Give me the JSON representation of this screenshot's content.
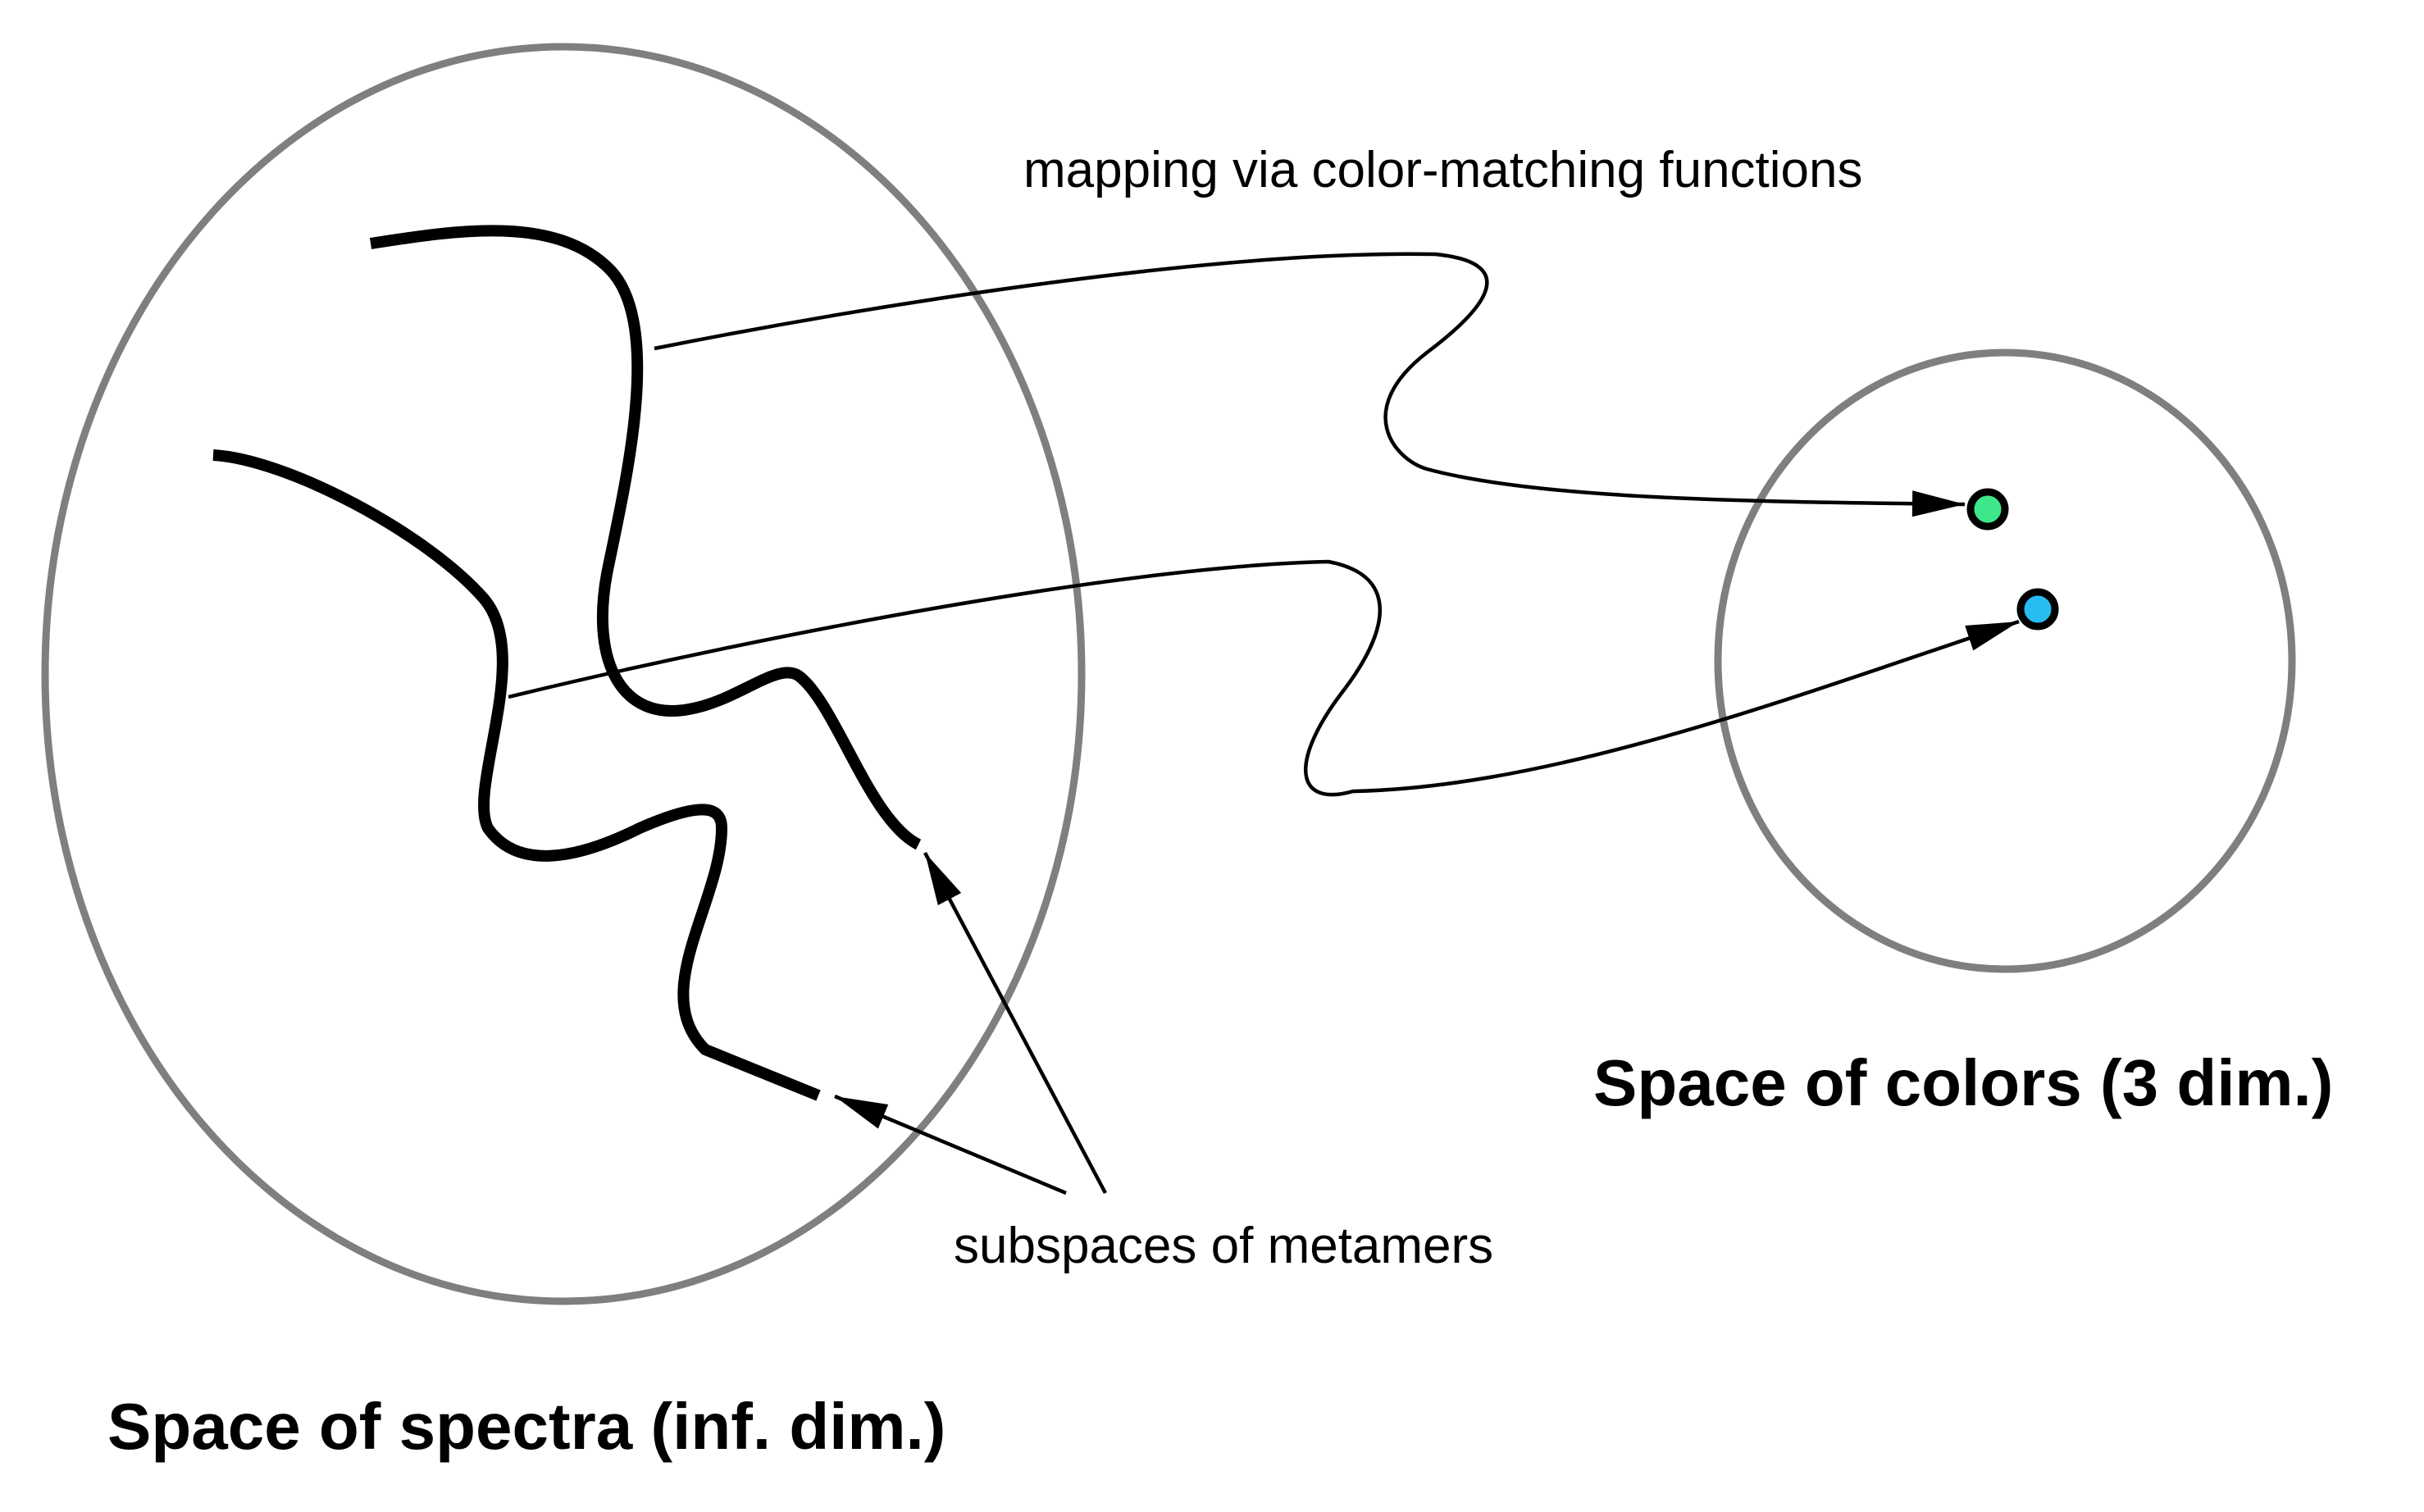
{
  "labels": {
    "mapping": "mapping via color-matching functions",
    "metamers": "subspaces of metamers",
    "spectra_space": "Space of spectra (inf. dim.)",
    "colors_space": "Space of colors (3 dim.)"
  },
  "colors": {
    "region_outline": "#7f7f7f",
    "curve": "#000000",
    "point_green": "#3ee88a",
    "point_blue": "#28bdf2"
  }
}
